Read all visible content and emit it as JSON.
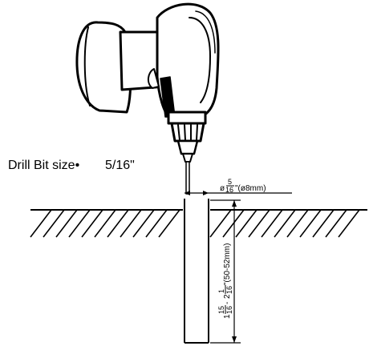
{
  "callout": {
    "prefix": "Drill Bit size•",
    "size_value": "5/16\""
  },
  "diameter_dim": {
    "symbol": "ø",
    "numerator": "5",
    "denominator": "16",
    "metric": "\"(ø8mm)"
  },
  "depth_dim": {
    "whole_1": "1",
    "num_1": "15",
    "den_1": "16",
    "sep": "-",
    "whole_2": "2",
    "num_2": "1",
    "den_2": "16",
    "metric": "\"(50-52mm)"
  },
  "colors": {
    "ink": "#000000",
    "background": "#ffffff",
    "body_fill": "#ffffff"
  },
  "icons": {
    "drill": "cordless-drill-icon"
  }
}
